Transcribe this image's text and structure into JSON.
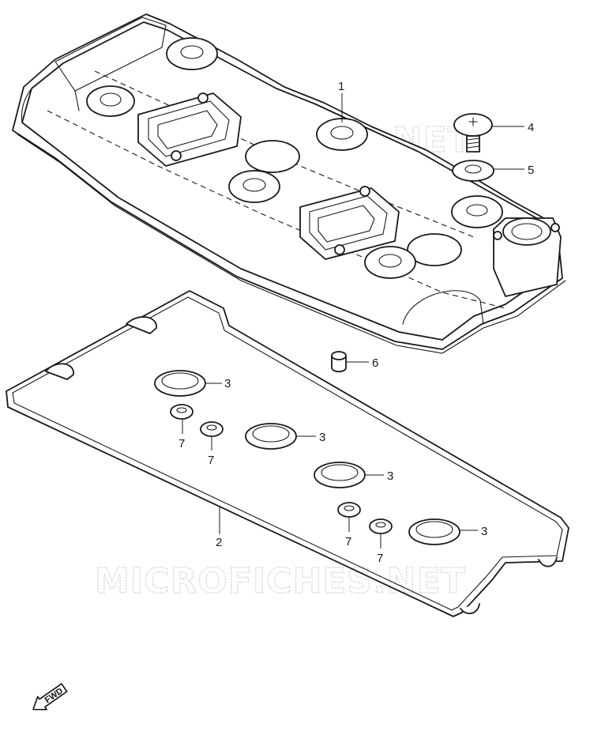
{
  "watermark": {
    "text": "MICROFICHES.NET"
  },
  "fwd": {
    "label": "FWD"
  },
  "callouts": {
    "c1": "1",
    "c2": "2",
    "c3a": "3",
    "c3b": "3",
    "c3c": "3",
    "c3d": "3",
    "c4": "4",
    "c5": "5",
    "c6": "6",
    "c7a": "7",
    "c7b": "7",
    "c7c": "7",
    "c7d": "7"
  }
}
